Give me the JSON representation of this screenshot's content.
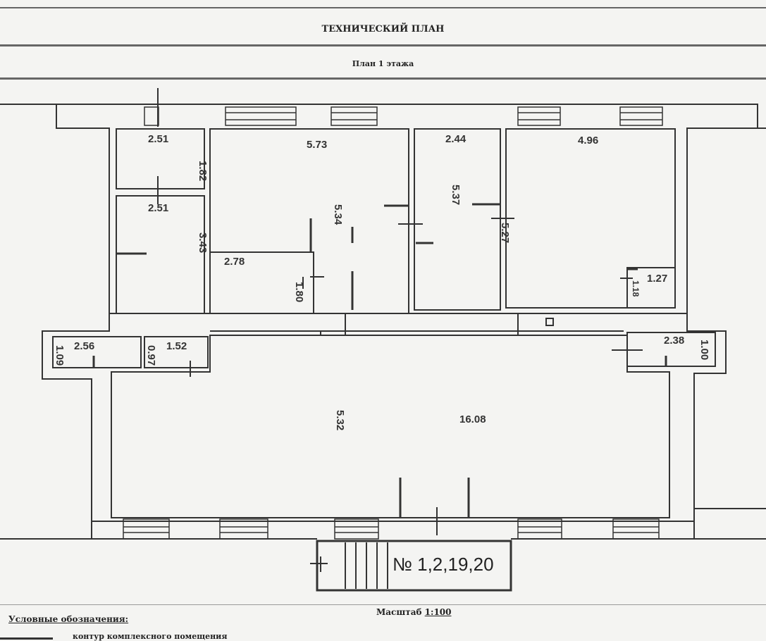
{
  "header": {
    "title": "ТЕХНИЧЕСКИЙ ПЛАН",
    "subtitle": "План 1 этажа"
  },
  "plan": {
    "dimensions": {
      "room_a_width": "2.51",
      "room_a_height": "1.82",
      "room_b_width": "2.51",
      "room_b_height": "3.43",
      "room_c_width": "5.73",
      "room_c_height": "5.34",
      "room_d_width": "2.78",
      "room_d_height": "1.80",
      "room_e_width": "2.44",
      "room_e_height": "5.37",
      "room_f_width": "4.96",
      "room_f_height": "5.27",
      "room_g_width": "1.27",
      "room_g_height": "1.18",
      "room_h_width": "2.56",
      "room_h_height": "1.09",
      "room_i_width": "1.52",
      "room_i_height": "0.97",
      "room_j_width": "2.38",
      "room_j_height": "1.00",
      "hall_width": "16.08",
      "hall_height": "5.32"
    },
    "premises_label": "№ 1,2,19,20"
  },
  "footer": {
    "scale_label": "Масштаб",
    "scale_value": "1:100",
    "legend_title": "Условные обозначения:",
    "legend_item": "контур комплексного помещения"
  }
}
